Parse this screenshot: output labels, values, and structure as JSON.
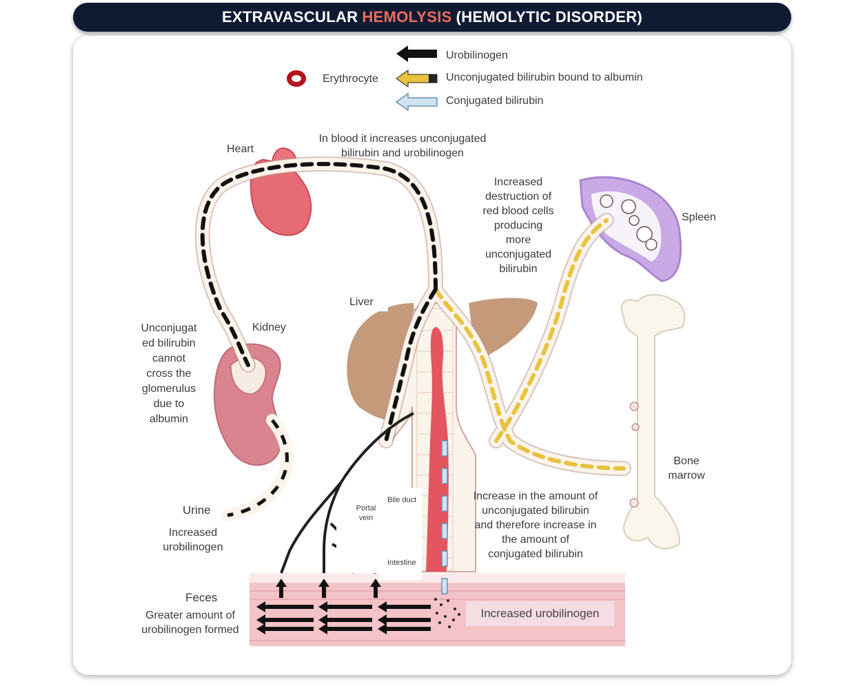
{
  "header": {
    "title_pre": "EXTRAVASCULAR",
    "title_highlight": "HEMOLYSIS",
    "title_post": "(HEMOLYTIC DISORDER)",
    "highlight_color": "#f26a5a",
    "bar_color": "#0f1b33"
  },
  "legend": {
    "erythrocyte": "Erythrocyte",
    "urobilinogen": "Urobilinogen",
    "unconjugated": "Unconjugated bilirubin bound to albumin",
    "conjugated": "Conjugated bilirubin"
  },
  "labels": {
    "heart": "Heart",
    "blood_note_1": "In blood it increases unconjugated",
    "blood_note_2": "bilirubin and urobilinogen",
    "destruction": [
      "Increased",
      "destruction of",
      "red blood cells",
      "producing",
      "more",
      "unconjugated",
      "bilirubin"
    ],
    "spleen": "Spleen",
    "liver": "Liver",
    "kidney": "Kidney",
    "kidney_note": [
      "Unconjugat",
      "ed bilirubin",
      "cannot",
      "cross the",
      "glomerulus",
      "due to",
      "albumin"
    ],
    "bone_marrow": [
      "Bone",
      "marrow"
    ],
    "urine": "Urine",
    "urine_note": [
      "Increased",
      "urobilinogen"
    ],
    "bile_duct": "Bile duct",
    "portal_vein": [
      "Portal",
      "vein"
    ],
    "intestine": "Intestine",
    "increase_note": [
      "Increase in the amount of",
      "unconjugated bilirubin",
      "and therefore increase in",
      "the amount of",
      "conjugated bilirubin"
    ],
    "feces": "Feces",
    "feces_note": [
      "Greater amount of",
      "urobilinogen formed"
    ],
    "increased_uro": "Increased urobilinogen"
  },
  "colors": {
    "urobilinogen_arrow": "#111111",
    "unconjugated_arrow": "#e9c23e",
    "conjugated_arrow": "#cfe3f0",
    "vessel_fill": "#fbf4ea",
    "heart": "#e76b77",
    "liver": "#c49a7a",
    "kidney": "#d9848f",
    "spleen": "#c9a9e6",
    "intestine": "#f3c3c7",
    "bone": "#fbf6ec",
    "erythrocyte": "#b5121b"
  },
  "icons": {
    "erythrocyte": "erythrocyte-ring-icon",
    "black_arrow": "arrow-left-black-icon",
    "yellow_arrow": "arrow-left-yellow-icon",
    "blue_arrow": "arrow-left-lightblue-icon"
  }
}
